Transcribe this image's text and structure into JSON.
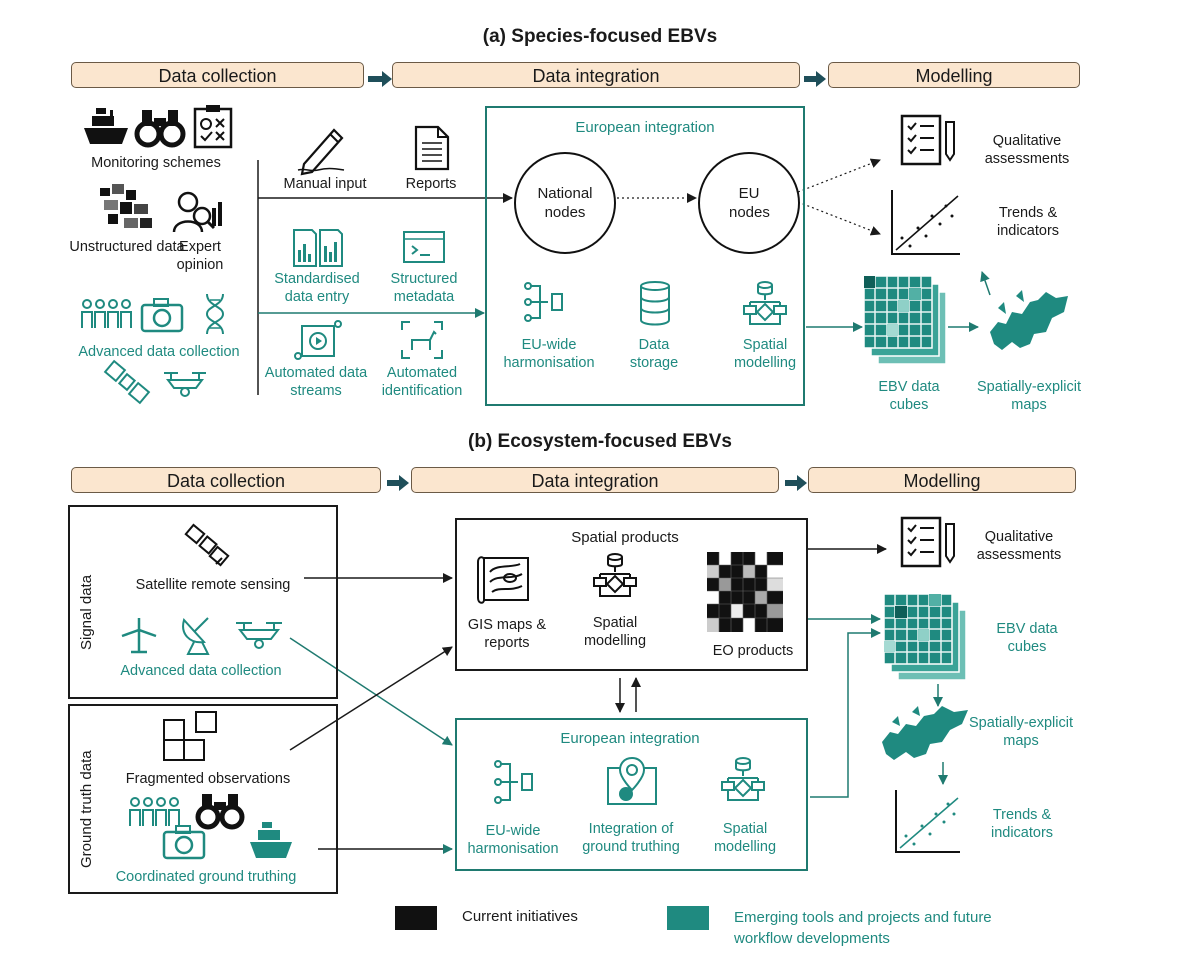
{
  "colors": {
    "stage_fill": "#fbe6cf",
    "teal": "#1f8a80",
    "dark": "#1a1a1a",
    "arrow_fill": "#1f4f5a"
  },
  "panel_a": {
    "title": "(a) Species-focused EBVs",
    "stages": [
      "Data collection",
      "Data integration",
      "Modelling"
    ],
    "collection": {
      "monitoring": "Monitoring schemes",
      "unstructured": "Unstructured data",
      "expert": "Expert opinion",
      "advanced": "Advanced data collection"
    },
    "integration": {
      "manual_input": "Manual input",
      "reports": "Reports",
      "standardised": "Standardised data entry",
      "structured": "Structured metadata",
      "automated_streams": "Automated data streams",
      "automated_id": "Automated identification",
      "european_title": "European integration",
      "national_nodes": "National nodes",
      "eu_nodes": "EU nodes",
      "harmonisation": "EU-wide harmonisation",
      "storage": "Data storage",
      "spatial_modelling": "Spatial modelling"
    },
    "modelling": {
      "qualitative": "Qualitative assessments",
      "trends": "Trends & indicators",
      "cubes": "EBV data cubes",
      "maps": "Spatially-explicit maps"
    }
  },
  "panel_b": {
    "title": "(b) Ecosystem-focused EBVs",
    "stages": [
      "Data collection",
      "Data integration",
      "Modelling"
    ],
    "signal_label": "Signal data",
    "ground_label": "Ground truth data",
    "satellite": "Satellite remote sensing",
    "advanced": "Advanced data collection",
    "fragmented": "Fragmented observations",
    "coordinated": "Coordinated ground truthing",
    "spatial_products": {
      "title": "Spatial products",
      "gis": "GIS maps & reports",
      "spatial_modelling": "Spatial modelling",
      "eo": "EO products"
    },
    "european": {
      "title": "European integration",
      "harmonisation": "EU-wide harmonisation",
      "ground_truthing": "Integration of ground truthing",
      "spatial_modelling": "Spatial modelling"
    },
    "modelling": {
      "qualitative": "Qualitative assessments",
      "cubes": "EBV data cubes",
      "maps": "Spatially-explicit maps",
      "trends": "Trends & indicators"
    }
  },
  "legend": {
    "current": "Current initiatives",
    "emerging": "Emerging tools and projects and future workflow developments"
  }
}
